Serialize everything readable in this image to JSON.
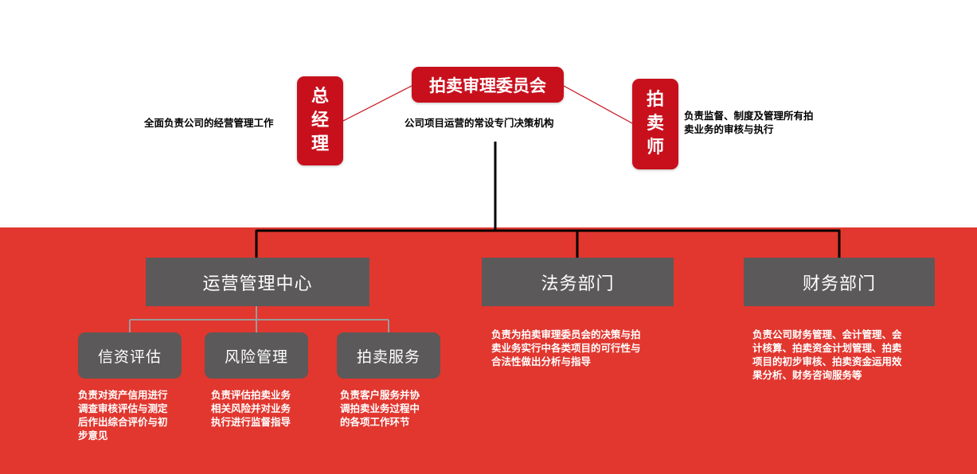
{
  "committee": {
    "title": "拍卖审理委员会",
    "desc": "公司项目运营的常设专门决策机构"
  },
  "gm": {
    "title": "总经理",
    "chars": [
      "总",
      "经",
      "理"
    ],
    "desc": "全面负责公司的经营管理工作"
  },
  "auctioneer": {
    "title": "拍卖师",
    "chars": [
      "拍",
      "卖",
      "师"
    ],
    "desc_lines": [
      "负责监督、制度及管理所有拍",
      "卖业务的审核与执行"
    ]
  },
  "departments": [
    {
      "title": "运营管理中心"
    },
    {
      "title": "法务部门",
      "desc_lines": [
        "负责为拍卖审理委员会的决策与拍",
        "卖业务实行中各类项目的可行性与",
        "合法性做出分析与指导"
      ]
    },
    {
      "title": "财务部门",
      "desc_lines": [
        "负责公司财务管理、会计管理、会",
        "计核算、拍卖资金计划管理、拍卖",
        "项目的初步审核、拍卖资金运用效",
        "果分析、财务咨询服务等"
      ]
    }
  ],
  "sub_units": [
    {
      "title": "信资评估",
      "desc_lines": [
        "负责对资产信用进行",
        "调查审核评估与测定",
        "后作出综合评价与初",
        "步意见"
      ]
    },
    {
      "title": "风险管理",
      "desc_lines": [
        "负责评估拍卖业务",
        "相关风险并对业务",
        "执行进行监督指导"
      ]
    },
    {
      "title": "拍卖服务",
      "desc_lines": [
        "负责客户服务并协",
        "调拍卖业务过程中",
        "的各项工作环节"
      ]
    }
  ],
  "colors": {
    "red_box": "#c8101d",
    "red_band": "#e1372f",
    "grey_box": "#5b5959"
  }
}
